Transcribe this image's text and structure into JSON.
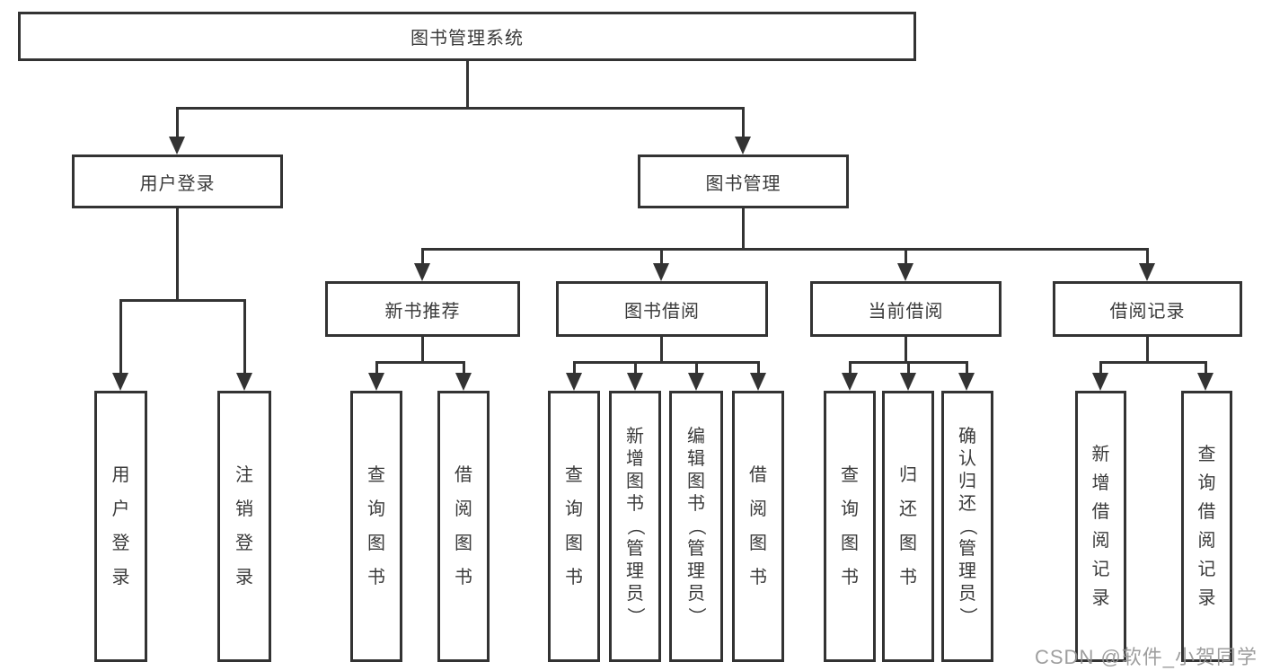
{
  "tree": {
    "label": "图书管理系统",
    "children": [
      {
        "label": "用户登录",
        "children": [
          {
            "label": "用户登录"
          },
          {
            "label": "注销登录"
          }
        ]
      },
      {
        "label": "图书管理",
        "children": [
          {
            "label": "新书推荐",
            "children": [
              {
                "label": "查询图书"
              },
              {
                "label": "借阅图书"
              }
            ]
          },
          {
            "label": "图书借阅",
            "children": [
              {
                "label": "查询图书"
              },
              {
                "label": "新增图书（管理员）"
              },
              {
                "label": "编辑图书（管理员）"
              },
              {
                "label": "借阅图书"
              }
            ]
          },
          {
            "label": "当前借阅",
            "children": [
              {
                "label": "查询图书"
              },
              {
                "label": "归还图书"
              },
              {
                "label": "确认归还（管理员）"
              }
            ]
          },
          {
            "label": "借阅记录",
            "children": [
              {
                "label": "新增借阅记录"
              },
              {
                "label": "查询借阅记录"
              }
            ]
          }
        ]
      }
    ]
  },
  "watermark": "CSDN @软件_小贺同学",
  "colors": {
    "line": "#333333",
    "text": "#3a3a3a",
    "watermark": "#949494",
    "background": "#ffffff"
  }
}
